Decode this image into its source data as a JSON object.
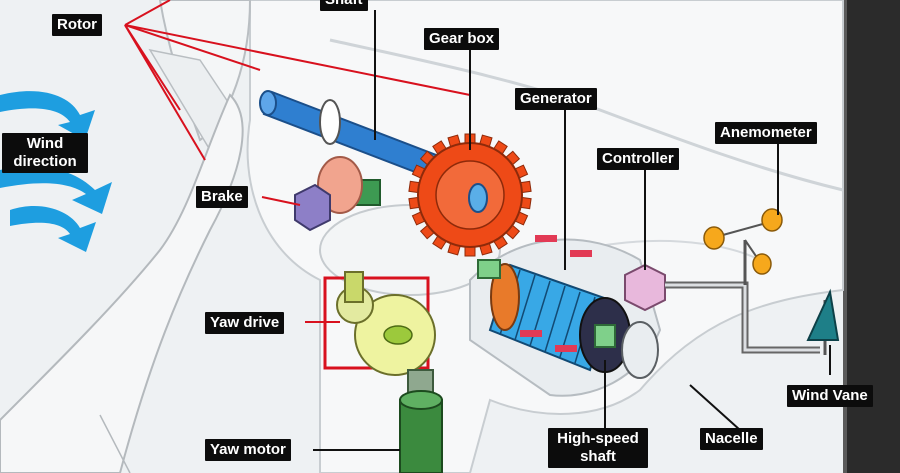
{
  "labels": {
    "shaft_partial": "Shaft",
    "rotor": "Rotor",
    "gear_box": "Gear box",
    "generator": "Generator",
    "anemometer": "Anemometer",
    "controller": "Controller",
    "wind_direction": [
      "Wind",
      "direction"
    ],
    "brake": "Brake",
    "yaw_drive": "Yaw drive",
    "yaw_motor": "Yaw motor",
    "wind_vane": "Wind Vane",
    "nacelle": "Nacelle",
    "high_speed_shaft": [
      "High-speed",
      "shaft"
    ]
  },
  "colors": {
    "background": "#eef1f3",
    "label_bg": "#0c0c0c",
    "label_text": "#ffffff",
    "leader_line": "#d8111e",
    "wind_arrow": "#1e9ee0",
    "low_speed_shaft": "#2f7fd0",
    "gear": "#ee4a17",
    "generator": "#38a8e6",
    "generator_cap": "#2d2f4a",
    "controller": "#e8b8dc",
    "yaw_gear": "#eef3a0",
    "yaw_motor": "#3b8a3e",
    "anemometer_cup": "#f6a81c",
    "wind_vane": "#1e7f88",
    "brake_disc": "#f1a48e",
    "brake_caliper": "#8d7fc7",
    "right_edge_bar": "#2a2a2a"
  },
  "icons": [
    "wind-arrow-icon",
    "gear-icon",
    "anemometer-icon",
    "wind-vane-icon"
  ]
}
